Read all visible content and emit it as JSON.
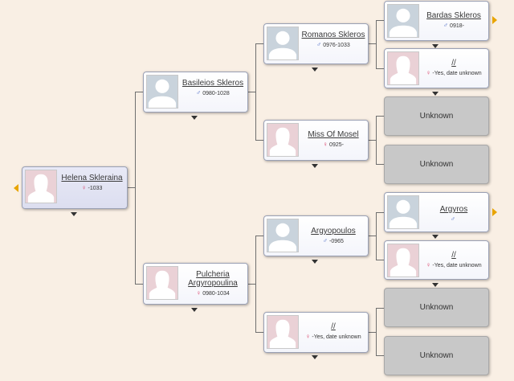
{
  "people": {
    "helena": {
      "name": "Helena Skleraina",
      "sex_symbol": "♀",
      "dates": "-1033"
    },
    "basileios": {
      "name": "Basileios Skleros",
      "sex_symbol": "♂",
      "dates": "0980-1028"
    },
    "pulcheria": {
      "name": "Pulcheria Argyropoulina",
      "sex_symbol": "♀",
      "dates": "0980-1034"
    },
    "romanos": {
      "name": "Romanos Skleros",
      "sex_symbol": "♂",
      "dates": "0976-1033"
    },
    "miss_mosel": {
      "name": "Miss Of Mosel",
      "sex_symbol": "♀",
      "dates": "0925-"
    },
    "argyropoulos": {
      "name": "Argyopoulos",
      "sex_symbol": "♂",
      "dates": "-0965"
    },
    "unnamed_mother": {
      "name": "//",
      "sex_symbol": "♀",
      "dates": "-Yes, date unknown"
    },
    "bardas": {
      "name": "Bardas Skleros",
      "sex_symbol": "♂",
      "dates": "0918-"
    },
    "unnamed_romanos_mother": {
      "name": "//",
      "sex_symbol": "♀",
      "dates": "-Yes, date unknown"
    },
    "argyros": {
      "name": "Argyros",
      "sex_symbol": "♂",
      "dates": ""
    },
    "unnamed_argyro_mother": {
      "name": "//",
      "sex_symbol": "♀",
      "dates": "-Yes, date unknown"
    }
  },
  "unknown_label": "Unknown",
  "colors": {
    "background": "#f9efe4",
    "male_sex": "#3b5cbf",
    "female_sex": "#d8345f",
    "nav_arrow": "#e8a400",
    "unknown_box": "#c8c8c8"
  }
}
